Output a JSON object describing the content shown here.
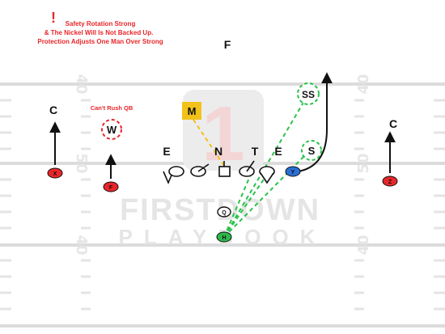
{
  "notes": {
    "alert_mark": "!",
    "line1": "Safety Rotation Strong",
    "line2": "& The Nickel Will Is Not Backed Up.",
    "line3": "Protection Adjusts One Man Over Strong",
    "color": "#e8262a"
  },
  "field": {
    "yard_left": [
      "40",
      "50",
      "40"
    ],
    "yard_right": [
      "40",
      "50",
      "40"
    ],
    "watermark_brand_top": "FIRSTDOWN",
    "watermark_brand_bottom": "PLAYBOOK"
  },
  "defense": {
    "free_safety": "F",
    "left_corner": "C",
    "right_corner": "C",
    "mike": "M",
    "will": "W",
    "strong_safety": "SS",
    "nickel": "S",
    "line": {
      "e_left": "E",
      "n": "N",
      "t": "T",
      "e_right": "E"
    },
    "will_note": "Can't Rush QB"
  },
  "offense": {
    "left_wr": "X",
    "slot": "F",
    "y": "Y",
    "right_wr": "Z",
    "qb": "Q",
    "rb": "H"
  },
  "colors": {
    "red": "#e8262a",
    "blue": "#2a6fd6",
    "green": "#2eb84b",
    "mike_yellow": "#f2c21a",
    "dash_green": "#29c24a",
    "dash_yellow": "#f2c21a"
  }
}
